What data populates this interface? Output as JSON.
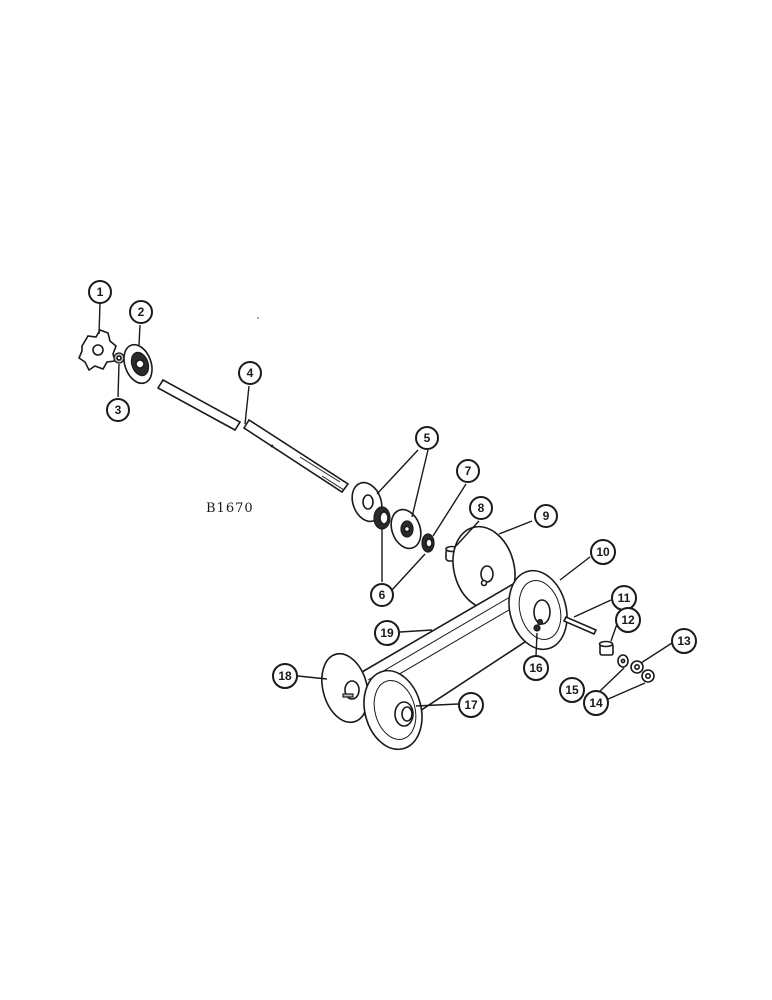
{
  "drawing": {
    "reference_code": "B1670"
  },
  "callouts": [
    {
      "id": "1",
      "label": "1"
    },
    {
      "id": "2",
      "label": "2"
    },
    {
      "id": "3",
      "label": "3"
    },
    {
      "id": "4",
      "label": "4"
    },
    {
      "id": "5",
      "label": "5"
    },
    {
      "id": "6",
      "label": "6"
    },
    {
      "id": "7",
      "label": "7"
    },
    {
      "id": "8",
      "label": "8"
    },
    {
      "id": "9",
      "label": "9"
    },
    {
      "id": "10",
      "label": "10"
    },
    {
      "id": "11",
      "label": "11"
    },
    {
      "id": "12",
      "label": "12"
    },
    {
      "id": "13",
      "label": "13"
    },
    {
      "id": "14",
      "label": "14"
    },
    {
      "id": "15",
      "label": "15"
    },
    {
      "id": "16",
      "label": "16"
    },
    {
      "id": "17",
      "label": "17"
    },
    {
      "id": "18",
      "label": "18"
    },
    {
      "id": "19",
      "label": "19"
    }
  ]
}
